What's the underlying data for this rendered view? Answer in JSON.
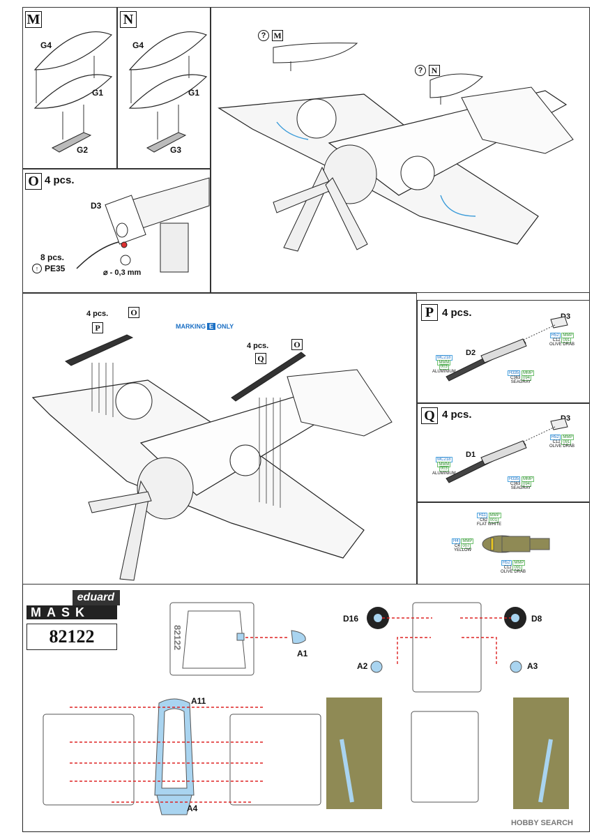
{
  "steps": {
    "M": {
      "letter": "M",
      "parts": [
        "G4",
        "G1",
        "G2"
      ]
    },
    "N": {
      "letter": "N",
      "parts": [
        "G4",
        "G1",
        "G3"
      ]
    },
    "O": {
      "letter": "O",
      "qty": "4 pcs.",
      "part": "D3",
      "pe_qty": "8 pcs.",
      "pe_part": "PE35",
      "drill": "⌀ - 0,3 mm"
    },
    "P": {
      "letter": "P",
      "qty": "4 pcs.",
      "parts": [
        "D3",
        "D2"
      ]
    },
    "Q": {
      "letter": "Q",
      "qty": "4 pcs.",
      "parts": [
        "D3",
        "D1"
      ]
    }
  },
  "main_view": {
    "ref_M": "M",
    "ref_N": "N",
    "opt_symbol": "?"
  },
  "lower_view": {
    "qty_p": "4 pcs.",
    "ref_p": "P",
    "ref_o1": "O",
    "qty_q": "4 pcs.",
    "ref_q": "Q",
    "ref_o2": "O",
    "marking_badge": {
      "prefix": "MARKING",
      "letter": "E",
      "suffix": "ONLY"
    }
  },
  "colors": {
    "aluminium": {
      "h": "MC218",
      "mmp": "MMM",
      "code": "003",
      "name": "ALUMINIUM"
    },
    "seagray": {
      "h": "H335",
      "mmp": "MMP",
      "c": "C363",
      "code": "094",
      "name": "SEAGRAY"
    },
    "olive_drab": {
      "h": "H52",
      "mmp": "MMP",
      "c": "C12",
      "code": "091",
      "name": "OLIVE DRAB"
    },
    "flat_white": {
      "h": "H11",
      "mmp": "MMP",
      "c": "C62",
      "code": "001",
      "name": "FLAT WHITE"
    },
    "yellow": {
      "h": "H4",
      "mmp": "MMP",
      "c": "C4",
      "code": "007",
      "name": "YELLOW"
    }
  },
  "mask": {
    "brand": "eduard",
    "title": "MASK",
    "number": "82122",
    "sheet_text": "82122",
    "labels": [
      "A1",
      "D16",
      "D8",
      "A2",
      "A3",
      "A11",
      "A4"
    ]
  },
  "footer": {
    "watermark": "HOBBY SEARCH"
  },
  "palette": {
    "mask_blue": "#a9d4f0",
    "mask_line": "#d22",
    "drab": "#8f8a55"
  }
}
